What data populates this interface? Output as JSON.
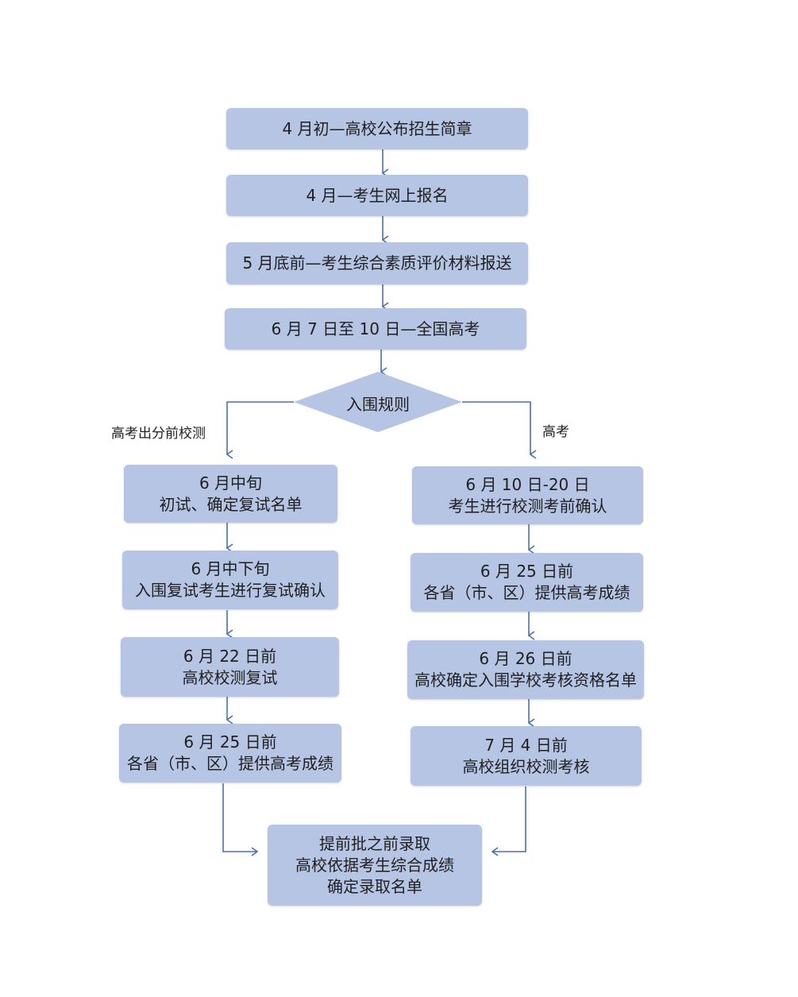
{
  "steps": {
    "s1": "4 月初—高校公布招生简章",
    "s2": "4 月—考生网上报名",
    "s3": "5 月底前—考生综合素质评价材料报送",
    "s4": "6 月 7 日至 10 日—全国高考"
  },
  "decision": "入围规则",
  "left_branch": {
    "label": "高考出分前校测",
    "boxes": [
      {
        "line1": "6 月中旬",
        "line2": "初试、确定复试名单"
      },
      {
        "line1": "6 月中下旬",
        "line2": "入围复试考生进行复试确认"
      },
      {
        "line1": "6 月 22 日前",
        "line2": "高校校测复试"
      },
      {
        "line1": "6 月 25 日前",
        "line2": "各省（市、区）提供高考成绩"
      }
    ]
  },
  "right_branch": {
    "label": "高考",
    "boxes": [
      {
        "line1": "6 月 10 日-20 日",
        "line2": "考生进行校测考前确认"
      },
      {
        "line1": "6 月 25 日前",
        "line2": "各省（市、区）提供高考成绩"
      },
      {
        "line1": "6 月 26 日前",
        "line2": "高校确定入围学校考核资格名单"
      },
      {
        "line1": "7 月 4 日前",
        "line2": "高校组织校测考核"
      }
    ]
  },
  "final": {
    "line1": "提前批之前录取",
    "line2": "高校依据考生综合成绩",
    "line3": "确定录取名单"
  },
  "colors": {
    "box": "#b7c5e4",
    "line": "#4a6fae"
  }
}
